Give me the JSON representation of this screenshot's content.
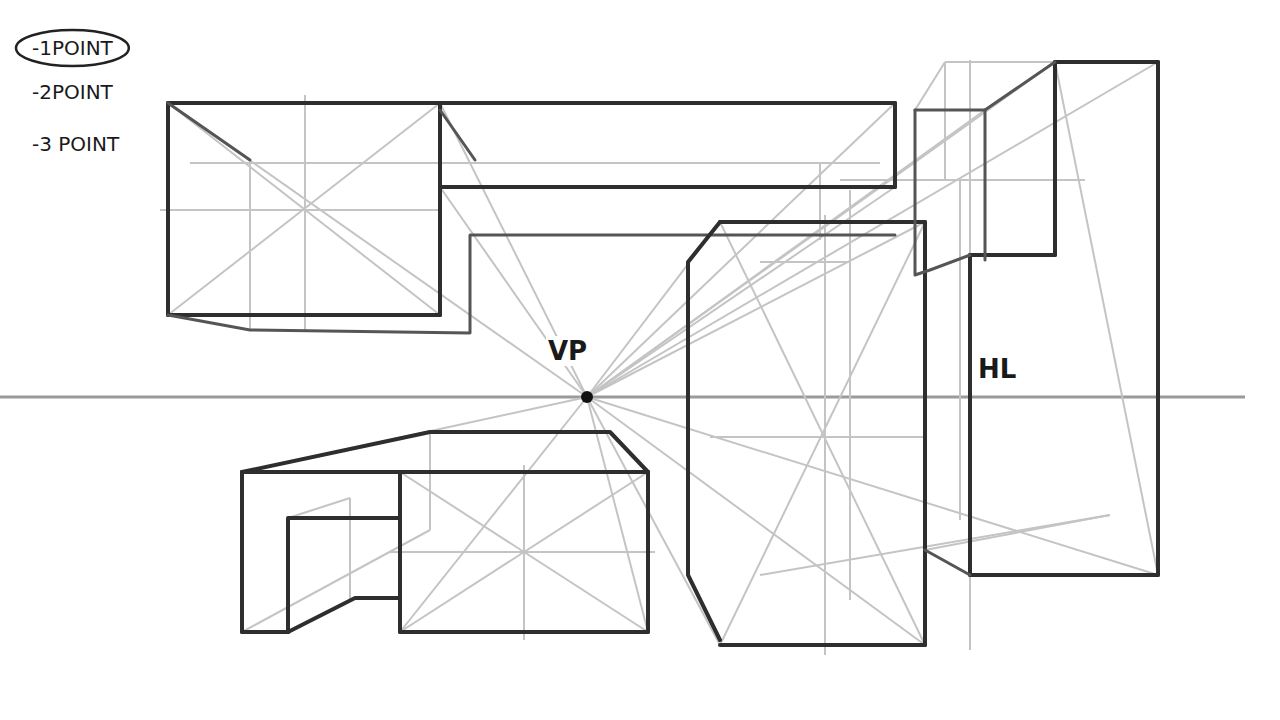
{
  "diagram": {
    "nodes": [
      {
        "text": [
          "-1POINT"
        ]
      }
    ],
    "labels": [
      "-2POINT",
      "-3 POINT",
      "VP",
      "HL"
    ]
  }
}
